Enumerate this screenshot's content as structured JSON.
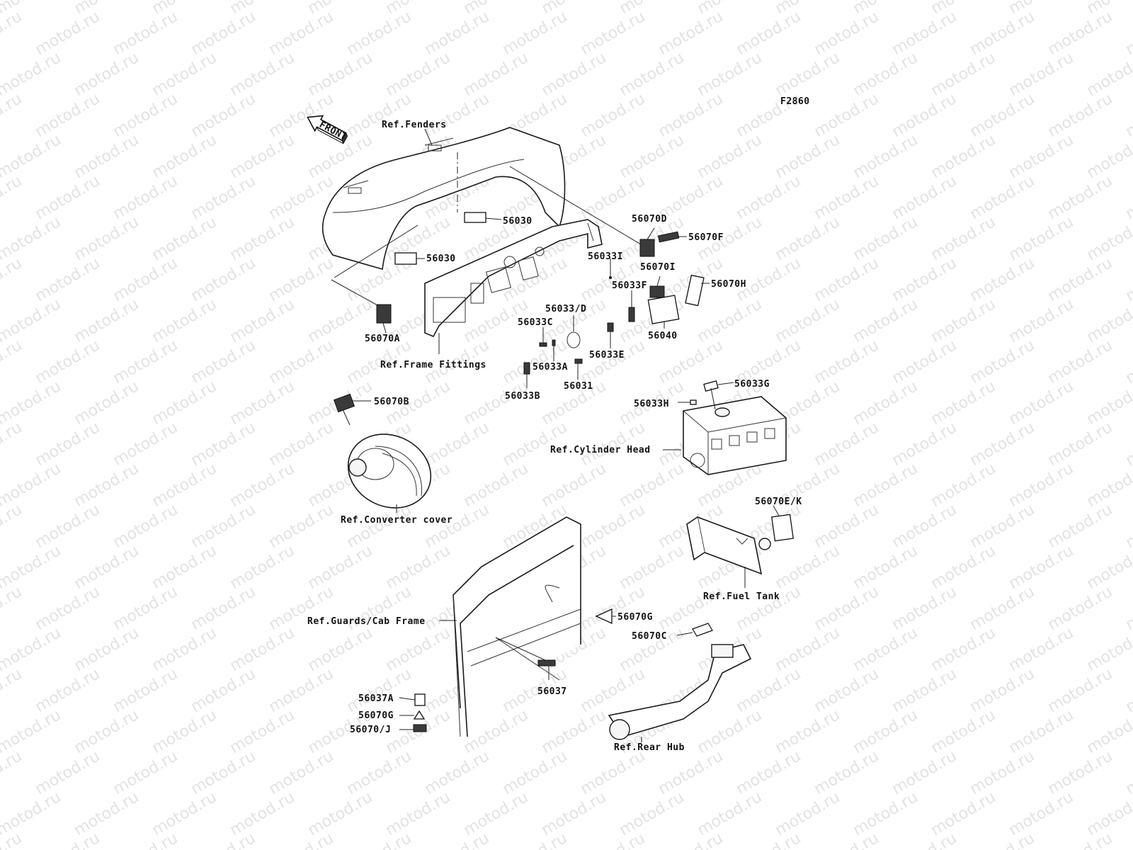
{
  "watermark": "motod.ru",
  "figure_code": "F2860",
  "front_arrow": "FRONT",
  "references": {
    "fenders": "Ref.Fenders",
    "frame_fittings": "Ref.Frame Fittings",
    "cylinder_head": "Ref.Cylinder Head",
    "converter_cover": "Ref.Converter cover",
    "fuel_tank": "Ref.Fuel Tank",
    "guards_cab_frame": "Ref.Guards/Cab Frame",
    "rear_hub": "Ref.Rear Hub"
  },
  "parts": {
    "p56030_a": "56030",
    "p56030_b": "56030",
    "p56070D": "56070D",
    "p56070F": "56070F",
    "p56033I": "56033I",
    "p56070I": "56070I",
    "p56070H": "56070H",
    "p56033F": "56033F",
    "p56033D": "56033/D",
    "p56033C": "56033C",
    "p56040": "56040",
    "p56070A": "56070A",
    "p56033A": "56033A",
    "p56033E": "56033E",
    "p56031": "56031",
    "p56033B": "56033B",
    "p56070B": "56070B",
    "p56033G": "56033G",
    "p56033H": "56033H",
    "p56070EK": "56070E/K",
    "p56070G_a": "56070G",
    "p56070C": "56070C",
    "p56037": "56037",
    "p56037A": "56037A",
    "p56070G_b": "56070G",
    "p56070J": "56070/J"
  }
}
